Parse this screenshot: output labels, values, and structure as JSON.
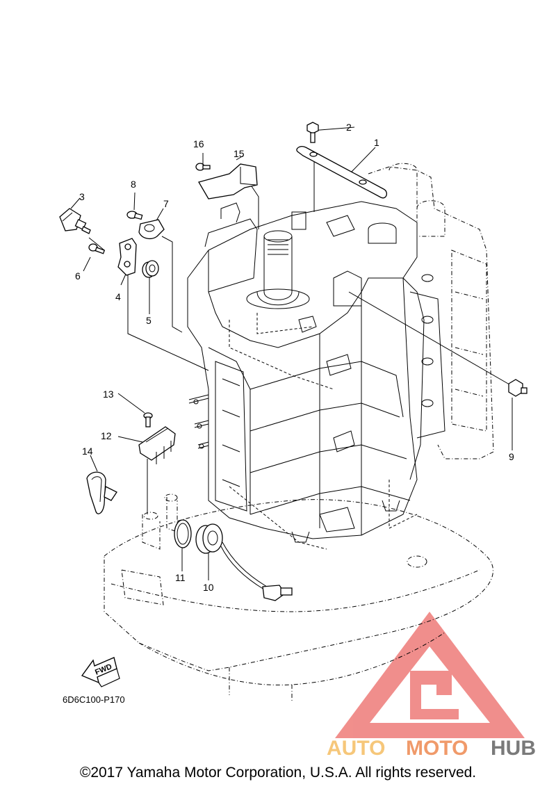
{
  "diagram": {
    "callouts": [
      {
        "id": "c1",
        "label": "1"
      },
      {
        "id": "c2",
        "label": "2"
      },
      {
        "id": "c3",
        "label": "3"
      },
      {
        "id": "c4",
        "label": "4"
      },
      {
        "id": "c5",
        "label": "5"
      },
      {
        "id": "c6",
        "label": "6"
      },
      {
        "id": "c7",
        "label": "7"
      },
      {
        "id": "c8",
        "label": "8"
      },
      {
        "id": "c9",
        "label": "9"
      },
      {
        "id": "c10",
        "label": "10"
      },
      {
        "id": "c11",
        "label": "11"
      },
      {
        "id": "c12",
        "label": "12"
      },
      {
        "id": "c13",
        "label": "13"
      },
      {
        "id": "c14",
        "label": "14"
      },
      {
        "id": "c15",
        "label": "15"
      },
      {
        "id": "c16",
        "label": "16"
      }
    ],
    "fwd_label": "FWD",
    "drawing_code": "6D6C100-P170"
  },
  "watermark": {
    "word_part1": "AUTO",
    "word_part2": "MOTO",
    "word_part3": "HUB",
    "color_light": "#f6c77a",
    "color_mid": "#f09a6a",
    "color_dark": "#7a7a7a",
    "mark_color": "#ee7b78"
  },
  "footer": {
    "copyright": "©2017 Yamaha Motor Corporation, U.S.A. All rights reserved."
  }
}
